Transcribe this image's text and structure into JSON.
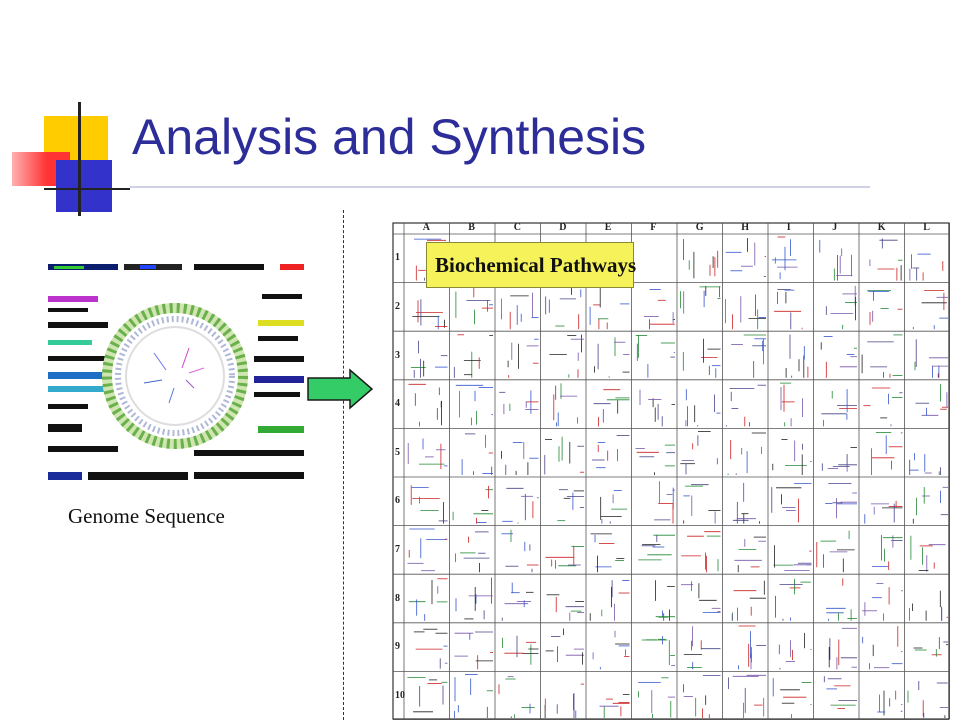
{
  "slide": {
    "title": "Analysis and Synthesis",
    "title_color": "#2d2d9a"
  },
  "genome_figure": {
    "caption": "Genome Sequence",
    "icon": "circular-genome-map-icon"
  },
  "arrow": {
    "icon": "right-arrow-icon",
    "fill": "#33cc66"
  },
  "pathway_map": {
    "title": "Biochemical Pathways",
    "title_box_color": "#f5f25a",
    "columns": [
      "A",
      "B",
      "C",
      "D",
      "E",
      "F",
      "G",
      "H",
      "I",
      "J",
      "K",
      "L"
    ],
    "rows": [
      "1",
      "2",
      "3",
      "4",
      "5",
      "6",
      "7",
      "8",
      "9",
      "10"
    ]
  },
  "decoration": {
    "accent_colors": [
      "#ffcc00",
      "#ff3333",
      "#3333cc"
    ]
  }
}
